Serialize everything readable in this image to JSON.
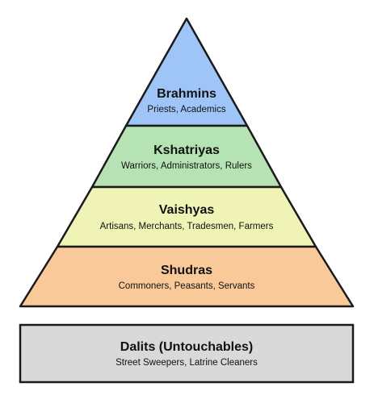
{
  "tiers": [
    {
      "title": "Brahmins",
      "subtitle": "Priests, Academics",
      "color": "#9fc5f8"
    },
    {
      "title": "Kshatriyas",
      "subtitle": "Warriors, Administrators, Rulers",
      "color": "#b6e3b3"
    },
    {
      "title": "Vaishyas",
      "subtitle": "Artisans, Merchants, Tradesmen, Farmers",
      "color": "#eff3b5"
    },
    {
      "title": "Shudras",
      "subtitle": "Commoners, Peasants, Servants",
      "color": "#f9c99a"
    }
  ],
  "base": {
    "title": "Dalits (Untouchables)",
    "subtitle": "Street Sweepers, Latrine Cleaners",
    "color": "#d9d9d9"
  },
  "outline_color": "#1a1a1a"
}
